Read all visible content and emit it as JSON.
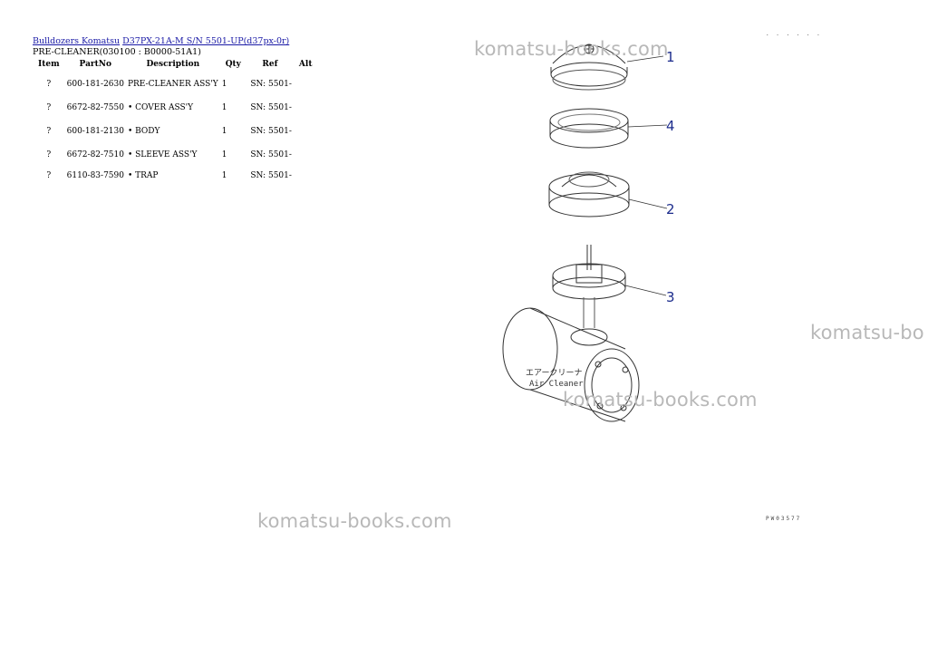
{
  "breadcrumb": {
    "home": "Bulldozers Komatsu",
    "model": "D37PX-21A-M S/N 5501-UP(d37px-0r)"
  },
  "section_title": "PRE-CLEANER(030100 : B0000-51A1)",
  "table": {
    "headers": {
      "item": "Item",
      "partno": "PartNo",
      "description": "Description",
      "qty": "Qty",
      "ref": "Ref",
      "alt": "Alt"
    },
    "rows": [
      {
        "item": "?",
        "partno": "600-181-2630",
        "description": "PRE-CLEANER ASS'Y",
        "qty": "1",
        "ref": "SN: 5501-"
      },
      {
        "item": "?",
        "partno": "6672-82-7550",
        "description": "• COVER ASS'Y",
        "qty": "1",
        "ref": "SN: 5501-"
      },
      {
        "item": "?",
        "partno": "600-181-2130",
        "description": "• BODY",
        "qty": "1",
        "ref": "SN: 5501-"
      },
      {
        "item": "?",
        "partno": "6672-82-7510",
        "description": "• SLEEVE ASS'Y",
        "qty": "1",
        "ref": "SN: 5501-"
      },
      {
        "item": "?",
        "partno": "6110-83-7590",
        "description": "• TRAP",
        "qty": "1",
        "ref": "SN: 5501-"
      }
    ]
  },
  "watermark": "komatsu-books.com",
  "watermark_cut": "komatsu-bo",
  "diagram": {
    "callouts": [
      "1",
      "4",
      "2",
      "3"
    ],
    "label_jp": "エアークリーナ",
    "label_en": "Air Cleaner",
    "code_top": ". . . . . .",
    "code_bottom": "PW03577"
  }
}
